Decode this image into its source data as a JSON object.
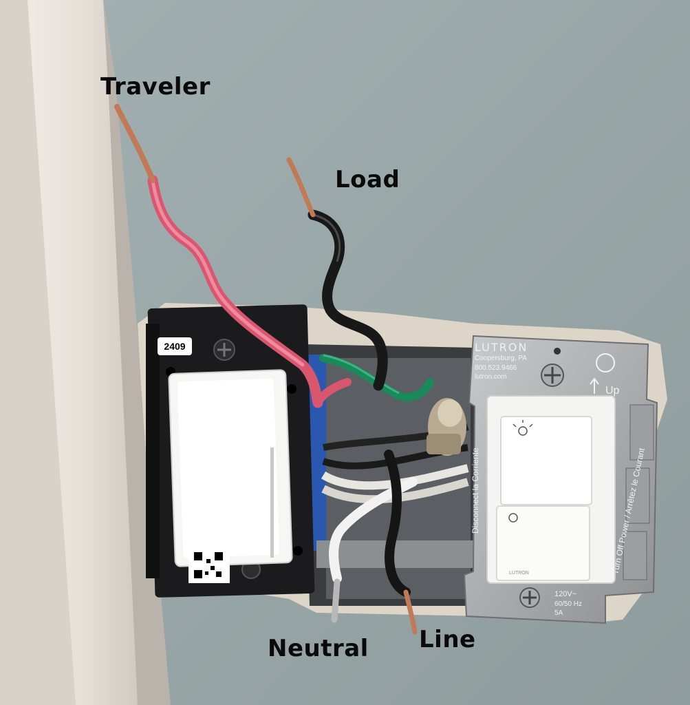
{
  "labels": {
    "traveler": "Traveler",
    "load": "Load",
    "neutral": "Neutral",
    "line": "Line"
  },
  "left_switch": {
    "model_sticker": "2409"
  },
  "right_switch": {
    "brand": "LUTRON",
    "location": "Coopersburg, PA",
    "phone": "800.523.9466",
    "website": "lutron.com",
    "up_marker": "Up",
    "side_text_left": "Disconnect la Corriente",
    "side_text_right": "Turn Off Power / Arrêtez le Courant",
    "rating_voltage": "120V~",
    "rating_freq": "60/50 Hz",
    "rating_amp": "5A",
    "bottom_brand": "LUTRON"
  },
  "colors": {
    "wall": "#9aa7a8",
    "traveler_wire": "#e0647c",
    "load_wire": "#1c1c1c",
    "ground_wire": "#1a8a5a",
    "neutral_wire": "#f2f2f2",
    "copper": "#c07a55"
  }
}
